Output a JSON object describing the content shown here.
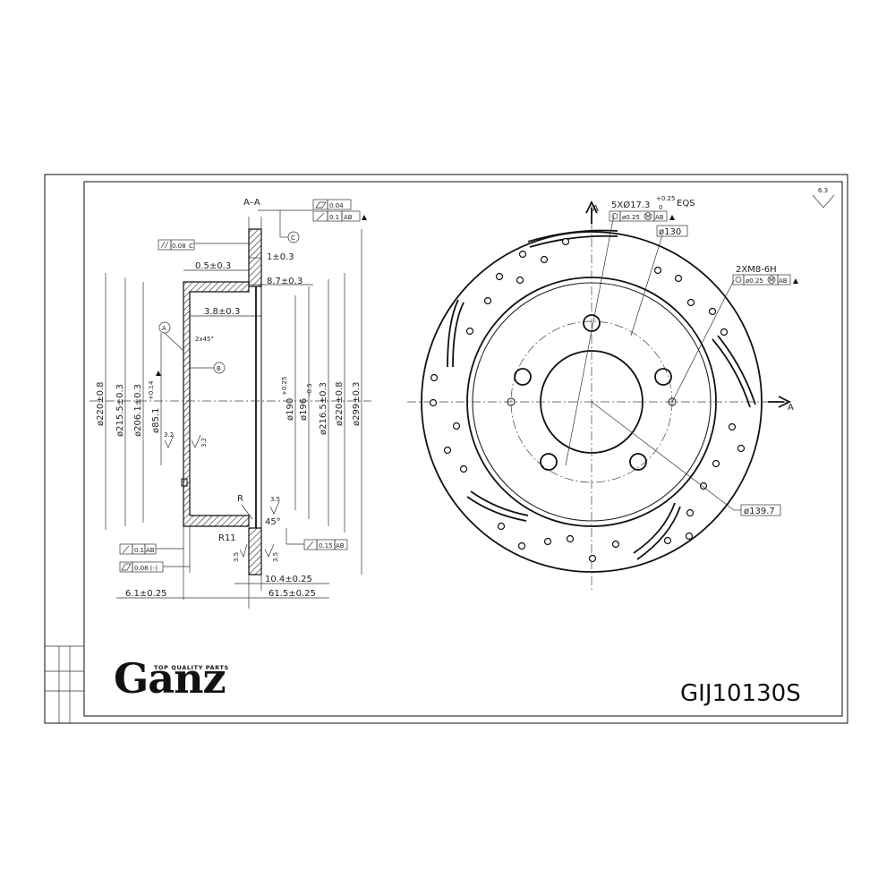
{
  "section": {
    "title": "A–A",
    "gdt_flatness": "0.04",
    "gdt_runout": "0.1",
    "gdt_parallel": "0.08",
    "datum_a": "A",
    "datum_b": "B",
    "datum_c": "C",
    "datum_ref_c": "C",
    "datum_ref_ab": "AB",
    "dims": {
      "d0_5": "0.5±0.3",
      "d1": "1±0.3",
      "d8_7": "8.7±0.3",
      "d3_8": "3.8±0.3",
      "chamfer": "2x45°",
      "dia220a": "ø220±0.8",
      "dia215_5": "ø215.5±0.3",
      "dia206_1": "ø206.1±0.3",
      "dia85_1": "ø85.1",
      "dia85_1_tol": "+0.14",
      "dia190": "ø190",
      "dia190_tol": "+0.25",
      "dia196": "ø196",
      "dia196_tol": "-0.5",
      "dia216_5": "ø216.5±0.3",
      "dia220b": "ø220±0.8",
      "dia299": "ø299±0.3",
      "rough32a": "3.2",
      "rough32b": "3.2",
      "r_label": "R",
      "r11": "R11",
      "rough35a": "3.5",
      "rough35b": "3.5",
      "rough35c": "3.5",
      "angle45": "45°",
      "gdt_01": "0.1",
      "gdt_015": "0.15",
      "gdt_008": "0.08 (-)",
      "d10_4": "10.4±0.25",
      "d6_1": "6.1±0.25",
      "d61_5": "61.5±0.25",
      "zero": "0"
    }
  },
  "front": {
    "section_mark_top": "A",
    "section_mark_right": "A",
    "holes_label": "5XØ17.3",
    "holes_tol_upper": "+0.25",
    "holes_tol_lower": "0",
    "holes_eqs": "EQS",
    "holes_pos_tol": "ø0.25",
    "pcd": "ø130",
    "thread": "2XM8-6H",
    "thread_pos_tol": "ø0.25",
    "hub": "ø139.7",
    "modifier": "M",
    "ref_ab": "AB",
    "roughness": "6.3"
  },
  "title_block": {
    "brand": "Ganz",
    "tagline": "TOP QUALITY PARTS",
    "part_number": "GIJ10130S"
  }
}
